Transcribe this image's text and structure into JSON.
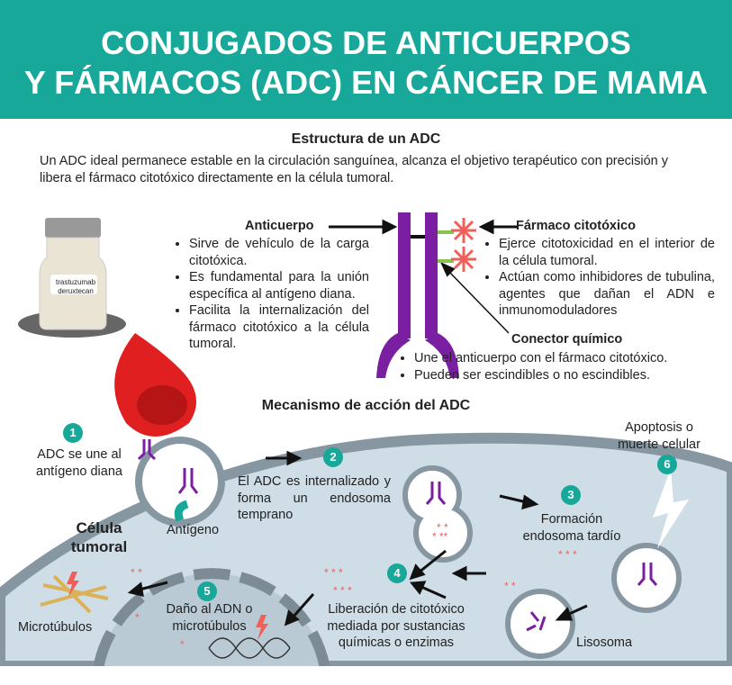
{
  "header": {
    "title_line1": "CONJUGADOS DE ANTICUERPOS",
    "title_line2": "Y FÁRMACOS (ADC) EN CÁNCER DE MAMA"
  },
  "structure": {
    "heading": "Estructura de un ADC",
    "intro": "Un ADC ideal permanece estable en la circulación sanguínea, alcanza el objetivo terapéutico con precisión y libera el fármaco citotóxico directamente en la célula tumoral.",
    "vial_label_line1": "trastuzumab",
    "vial_label_line2": "deruxtecan",
    "antibody": {
      "label": "Anticuerpo",
      "bullets": [
        "Sirve de vehículo de la carga citotóxica.",
        "Es fundamental para la unión específica al antígeno diana.",
        "Facilita la internalización del fármaco citotóxico a la célula tumoral."
      ]
    },
    "drug": {
      "label": "Fármaco citotóxico",
      "bullets": [
        "Ejerce citotoxicidad en el interior de la célula tumoral.",
        "Actúan como inhibidores de tubulina, agentes que dañan el ADN e inmunomoduladores"
      ]
    },
    "linker": {
      "label": "Conector químico",
      "bullets": [
        "Une el anticuerpo con el fármaco citotóxico.",
        "Pueden ser escindibles o  no escindibles."
      ]
    }
  },
  "mechanism": {
    "heading": "Mecanismo de acción del ADC",
    "cell_label": "Célula tumoral",
    "antigen_label": "Antígeno",
    "steps": [
      {
        "n": "1",
        "text": "ADC se une al antígeno diana"
      },
      {
        "n": "2",
        "text": "El ADC es internalizado y forma un endosoma temprano"
      },
      {
        "n": "3",
        "text": "Formación endosoma tardío"
      },
      {
        "n": "4",
        "text": "Liberación de citotóxico mediada por sustancias químicas o enzimas"
      },
      {
        "n": "5",
        "text": "Daño al ADN o microtúbulos"
      },
      {
        "n": "6",
        "text": "Apoptosis o muerte celular"
      }
    ],
    "microtubules_label": "Microtúbulos",
    "lysosome_label": "Lisosoma"
  },
  "colors": {
    "teal": "#17a89a",
    "purple": "#7b1fa2",
    "drug": "#f0605a",
    "cell": "#cfdde6",
    "membrane": "#8797a2"
  }
}
